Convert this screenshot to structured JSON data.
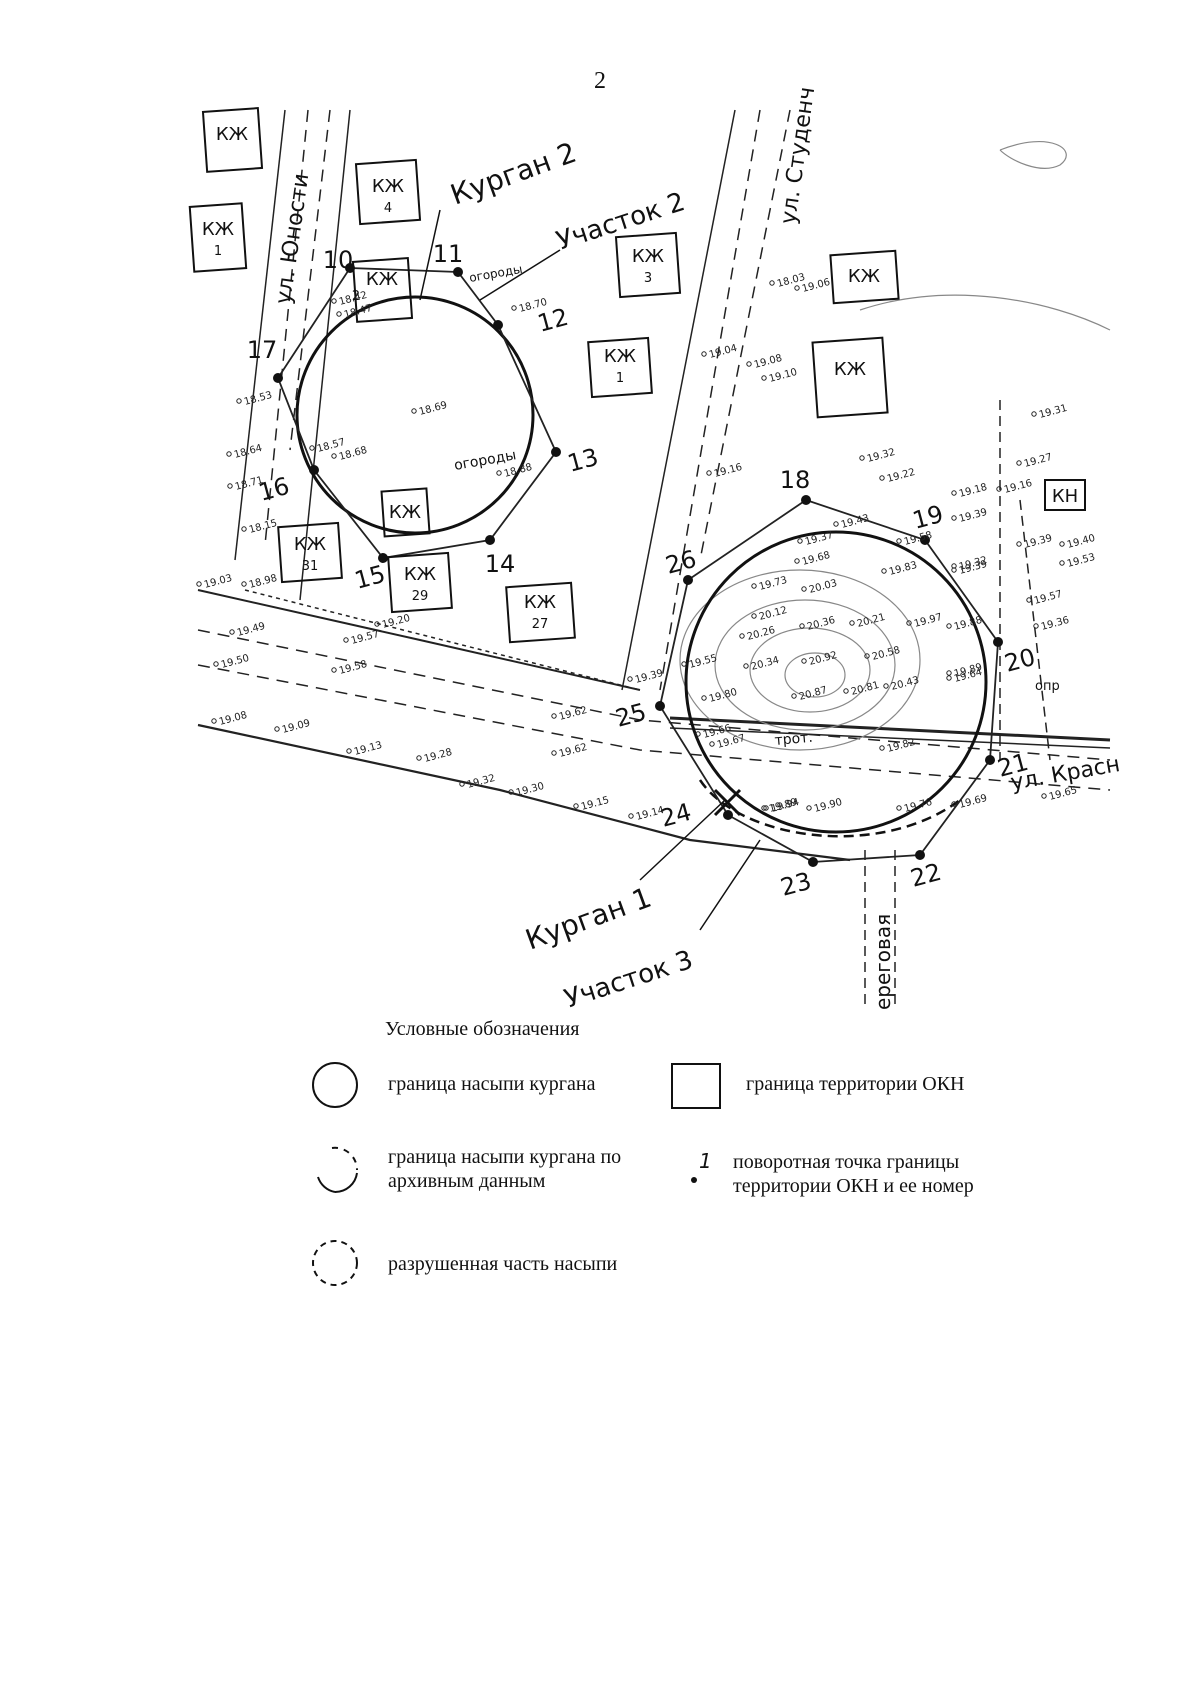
{
  "page_number": "2",
  "map": {
    "plot_labels": [
      "Курган 2",
      "Участок 2",
      "Курган 1",
      "Участок 3"
    ],
    "street_labels": [
      "ул. Юности",
      "ул. Студенч",
      "ул. Красн",
      "ереговая"
    ],
    "feature_labels": [
      "огороды",
      "огороды",
      "трот.",
      "опр"
    ],
    "buildings": [
      {
        "label": "КЖ",
        "num": ""
      },
      {
        "label": "КЖ",
        "num": "4"
      },
      {
        "label": "КЖ",
        "num": "1"
      },
      {
        "label": "КЖ",
        "num": "2"
      },
      {
        "label": "КЖ",
        "num": "3"
      },
      {
        "label": "КЖ",
        "num": ""
      },
      {
        "label": "КЖ",
        "num": "1"
      },
      {
        "label": "КЖ",
        "num": ""
      },
      {
        "label": "КЖ",
        "num": ""
      },
      {
        "label": "КЖ",
        "num": "31"
      },
      {
        "label": "КЖ",
        "num": "29"
      },
      {
        "label": "КЖ",
        "num": "27"
      },
      {
        "label": "КН",
        "num": ""
      }
    ],
    "turning_points": [
      "10",
      "11",
      "12",
      "13",
      "14",
      "15",
      "16",
      "17",
      "18",
      "19",
      "20",
      "21",
      "22",
      "23",
      "24",
      "25",
      "26"
    ],
    "elevations": [
      "18.69",
      "18.68",
      "18.70",
      "18.47",
      "18.57",
      "18.88",
      "18.42",
      "19.04",
      "19.08",
      "19.10",
      "18.03",
      "19.06",
      "19.16",
      "19.32",
      "19.22",
      "19.37",
      "19.43",
      "19.58",
      "19.39",
      "19.18",
      "19.16",
      "19.27",
      "19.31",
      "19.39",
      "19.32",
      "19.40",
      "19.53",
      "19.57",
      "19.36",
      "19.39",
      "19.68",
      "19.73",
      "20.03",
      "20.12",
      "19.83",
      "20.26",
      "20.36",
      "20.21",
      "19.97",
      "20.34",
      "20.92",
      "20.58",
      "20.87",
      "20.81",
      "20.43",
      "19.89",
      "19.55",
      "19.80",
      "19.88",
      "19.64",
      "19.66",
      "19.67",
      "19.82",
      "19.94",
      "19.90",
      "19.89",
      "19.76",
      "19.69",
      "19.65",
      "19.62",
      "19.58",
      "19.57",
      "19.50",
      "19.49",
      "19.20",
      "19.03",
      "18.98",
      "18.15",
      "18.71",
      "18.64",
      "18.53",
      "19.08",
      "19.09",
      "19.13",
      "19.28",
      "19.32",
      "19.30",
      "19.15",
      "19.14",
      "19.62",
      "19.39"
    ]
  },
  "legend": {
    "title": "Условные обозначения",
    "items": [
      {
        "id": "mound",
        "text": "граница насыпи кургана"
      },
      {
        "id": "okn",
        "text": "граница территории ОКН"
      },
      {
        "id": "archive",
        "text": "граница насыпи кургана по архивным данным"
      },
      {
        "id": "point",
        "text": "поворотная точка границы территории ОКН и ее номер",
        "symbol_label": "1"
      },
      {
        "id": "destroyed",
        "text": "разрушенная часть насыпи"
      }
    ]
  }
}
